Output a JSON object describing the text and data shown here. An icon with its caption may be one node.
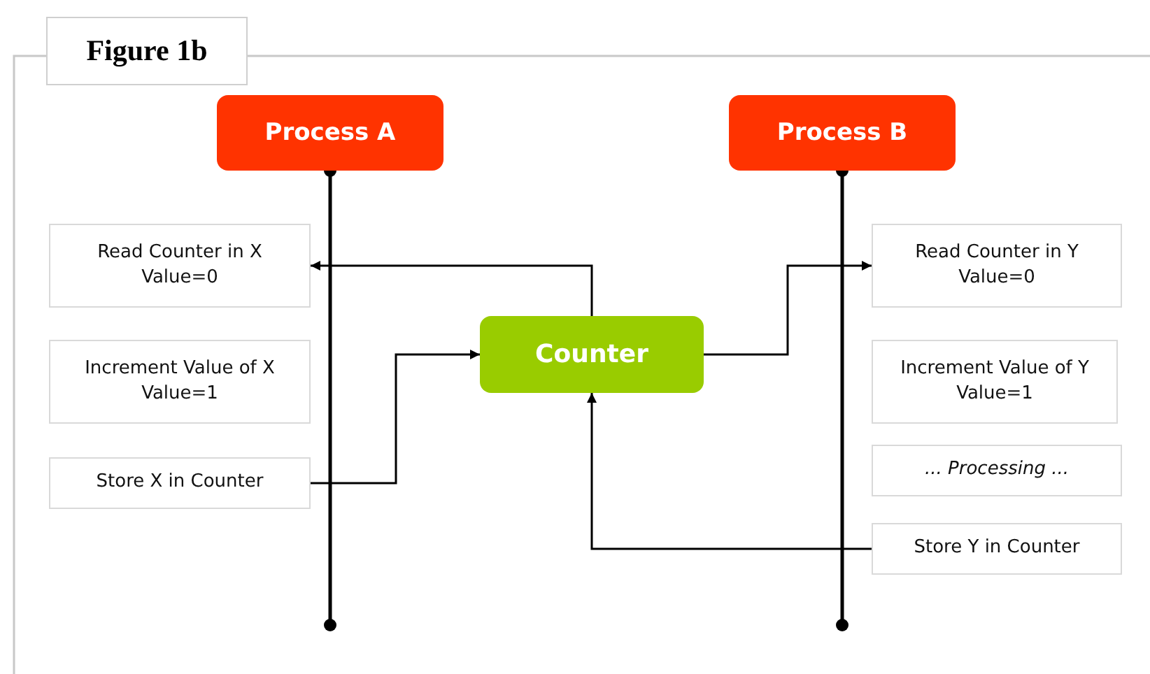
{
  "diagram": {
    "title": "Figure 1b",
    "nodes": [
      {
        "text": [
          "Process A"
        ]
      },
      {
        "text": [
          "Process B"
        ]
      },
      {
        "text": [
          "Read Counter in X",
          "Value=0"
        ]
      },
      {
        "text": [
          "Increment Value of X",
          "Value=1"
        ]
      },
      {
        "text": [
          "Store X in Counter"
        ]
      },
      {
        "text": [
          "Counter"
        ]
      },
      {
        "text": [
          "Read Counter in Y",
          "Value=0"
        ]
      },
      {
        "text": [
          "Increment Value of Y",
          "Value=1"
        ]
      },
      {
        "text": [
          "... Processing ..."
        ]
      },
      {
        "text": [
          "Store Y in Counter"
        ]
      }
    ],
    "edges": [
      {
        "from": 5,
        "to": 2,
        "arrow": "to"
      },
      {
        "from": 4,
        "to": 5,
        "arrow": "to"
      },
      {
        "from": 5,
        "to": 6,
        "arrow": "to"
      },
      {
        "from": 9,
        "to": 5,
        "arrow": "to"
      }
    ]
  }
}
